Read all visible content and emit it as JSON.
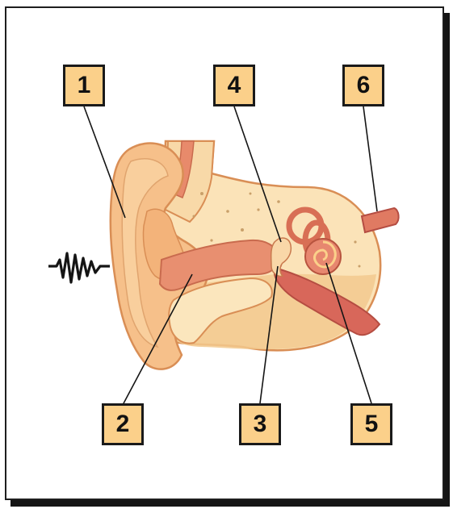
{
  "labels": [
    {
      "id": 1,
      "text": "1"
    },
    {
      "id": 2,
      "text": "2"
    },
    {
      "id": 3,
      "text": "3"
    },
    {
      "id": 4,
      "text": "4"
    },
    {
      "id": 5,
      "text": "5"
    },
    {
      "id": 6,
      "text": "6"
    }
  ],
  "colors": {
    "outer_skin": "#f6c08a",
    "skin_outline": "#d98e55",
    "bone": "#fbe6bd",
    "canal": "#e99a78",
    "cochlea": "#e7876f",
    "nerve": "#d8675a",
    "label_fill": "#fbd08a",
    "frame": "#1e1e1e"
  },
  "icons": [
    "sound-wave-icon"
  ]
}
